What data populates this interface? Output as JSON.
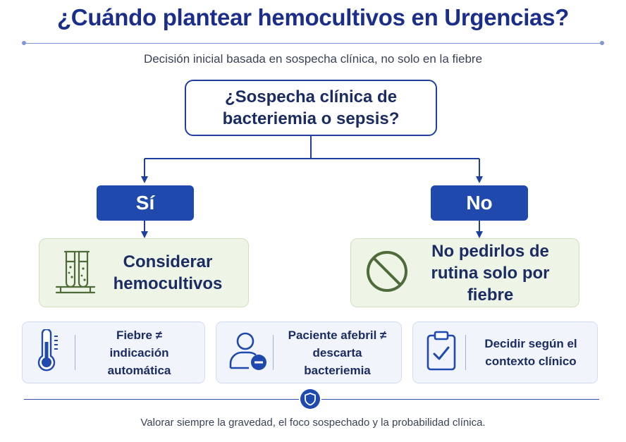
{
  "title": "¿Cuándo plantear hemocultivos en Urgencias?",
  "subtitle": "Decisión inicial basada en sospecha clínica, no solo en la fiebre",
  "question": {
    "line1": "¿Sospecha clínica de",
    "line2": "bacteriemia o sepsis?"
  },
  "branches": {
    "yes": {
      "label": "Sí",
      "line1": "Considerar",
      "line2": "hemocultivos",
      "icon": "test-tubes-icon"
    },
    "no": {
      "label": "No",
      "line1": "No pedirlos de",
      "line2": "rutina solo por fiebre",
      "icon": "prohibited-icon"
    }
  },
  "notes": [
    {
      "line1": "Fiebre ≠",
      "line2": "indicación automática",
      "icon": "thermometer-icon"
    },
    {
      "line1": "Paciente afebril ≠",
      "line2": "descarta bacteriemia",
      "icon": "person-minus-icon"
    },
    {
      "line1": "Decidir según el",
      "line2": "contexto clínico",
      "icon": "clipboard-check-icon"
    }
  ],
  "footer": "Valorar siempre la gravedad, el foco sospechado y la probabilidad clínica.",
  "colors": {
    "title": "#1a2e8a",
    "primary": "#1f49ad",
    "green_bg": "#eef5e6",
    "green_icon": "#4f6b3a",
    "info_bg": "#f1f4fb"
  }
}
